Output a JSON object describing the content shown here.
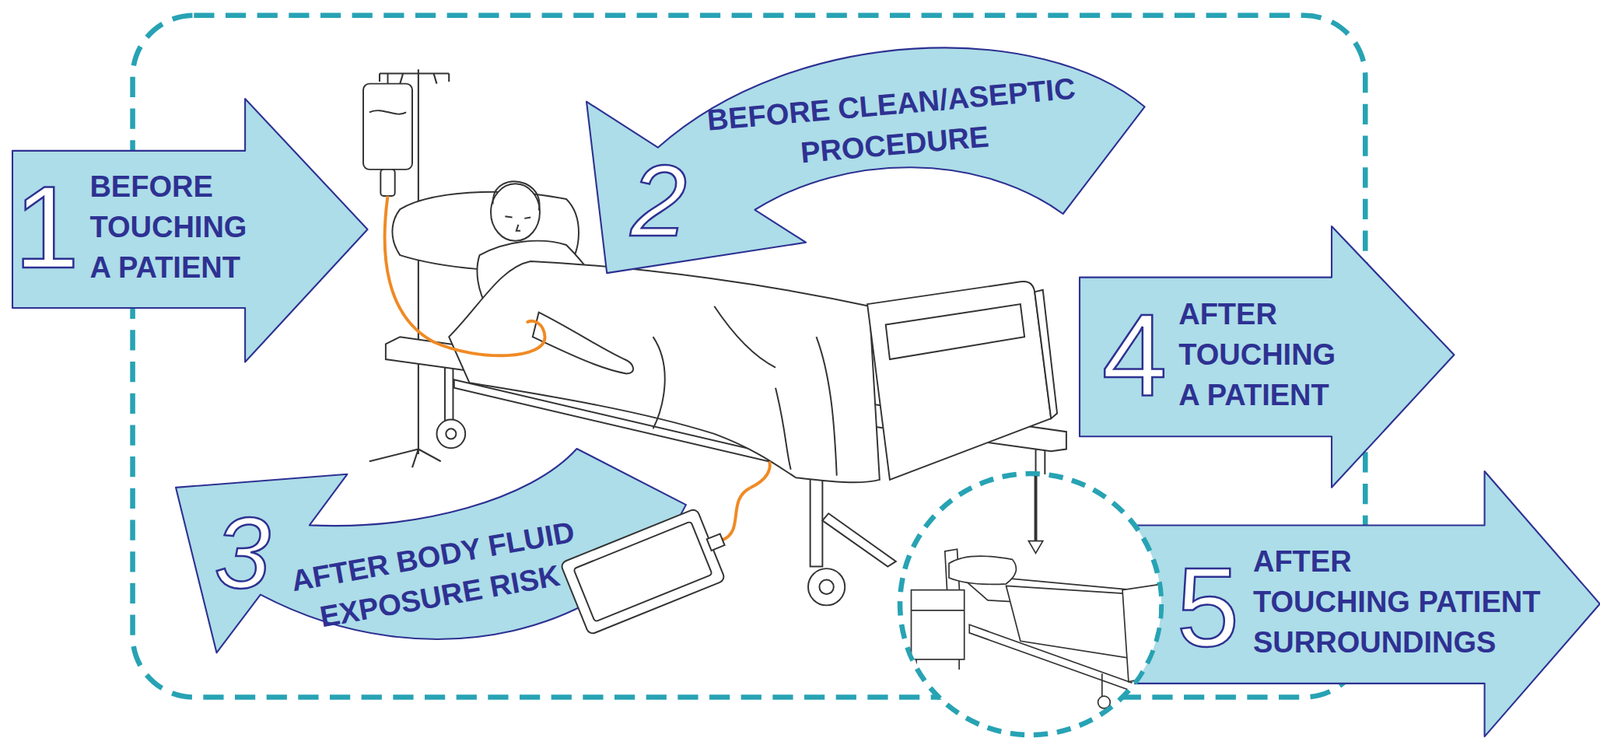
{
  "diagram": {
    "nodes": [
      {
        "text": [
          "1",
          "BEFORE TOUCHING A PATIENT"
        ]
      },
      {
        "text": [
          "2",
          "BEFORE CLEAN/ASEPTIC PROCEDURE"
        ]
      },
      {
        "text": [
          "3",
          "AFTER BODY FLUID EXPOSURE RISK"
        ]
      },
      {
        "text": [
          "4",
          "AFTER TOUCHING A PATIENT"
        ]
      },
      {
        "text": [
          "5",
          "AFTER TOUCHING PATIENT SURROUNDINGS"
        ]
      }
    ]
  }
}
